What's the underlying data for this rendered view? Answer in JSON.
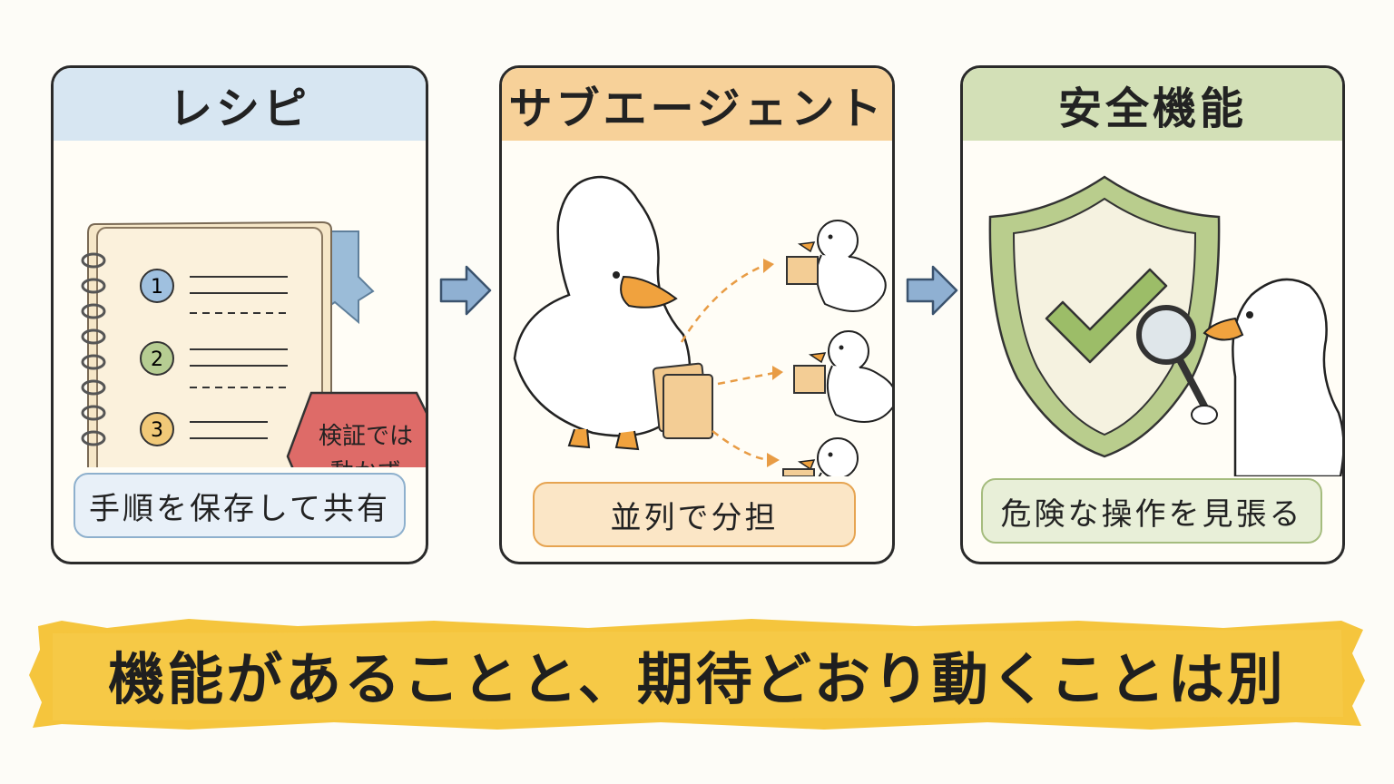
{
  "panels": [
    {
      "title": "レシピ",
      "caption": "手順を保存して共有",
      "steps": [
        "1",
        "2",
        "3"
      ],
      "badge_line1": "検証では",
      "badge_line2": "動かず",
      "color": "#d7e6f2"
    },
    {
      "title": "サブエージェント",
      "caption": "並列で分担",
      "color": "#f7d199"
    },
    {
      "title": "安全機能",
      "caption": "危険な操作を見張る",
      "color": "#d3e0b7"
    }
  ],
  "banner": {
    "text": "機能があることと、期待どおり動くことは別",
    "color": "#f5c53d"
  },
  "icons": [
    "notebook-icon",
    "bookmark-icon",
    "warning-badge",
    "duck-icon",
    "duckling-icon",
    "paper-icon",
    "shield-icon",
    "checkmark-icon",
    "magnifier-icon",
    "arrow-right-icon"
  ]
}
